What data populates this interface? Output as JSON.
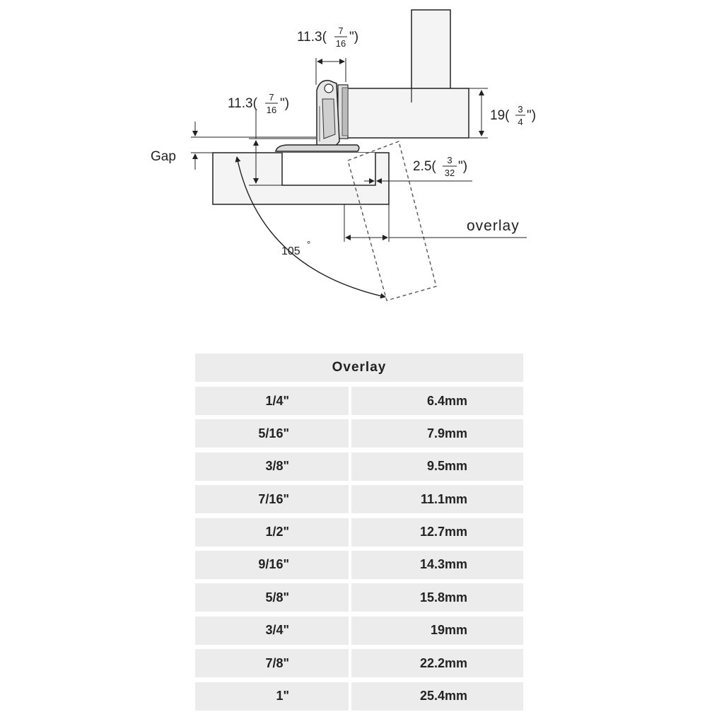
{
  "diagram": {
    "top_dimension": {
      "main": "11.3(",
      "num": "7",
      "den": "16",
      "tail": "\")"
    },
    "left_dimension": {
      "main": "11.3(",
      "num": "7",
      "den": "16",
      "tail": "\")"
    },
    "right_dimension": {
      "main": "19(",
      "num": "3",
      "den": "4",
      "tail": "\")"
    },
    "small_dimension": {
      "main": "2.5(",
      "num": "3",
      "den": "32",
      "tail": "\")"
    },
    "gap_label": "Gap",
    "overlay_label": "overlay",
    "angle_label": "105",
    "angle_symbol": "°"
  },
  "table": {
    "header": "Overlay",
    "rows": [
      {
        "inch": "1/4\"",
        "mm": "6.4mm"
      },
      {
        "inch": "5/16\"",
        "mm": "7.9mm"
      },
      {
        "inch": "3/8\"",
        "mm": "9.5mm"
      },
      {
        "inch": "7/16\"",
        "mm": "11.1mm"
      },
      {
        "inch": "1/2\"",
        "mm": "12.7mm"
      },
      {
        "inch": "9/16\"",
        "mm": "14.3mm"
      },
      {
        "inch": "5/8\"",
        "mm": "15.8mm"
      },
      {
        "inch": "3/4\"",
        "mm": "19mm"
      },
      {
        "inch": "7/8\"",
        "mm": "22.2mm"
      },
      {
        "inch": "1\"",
        "mm": "25.4mm"
      }
    ]
  }
}
